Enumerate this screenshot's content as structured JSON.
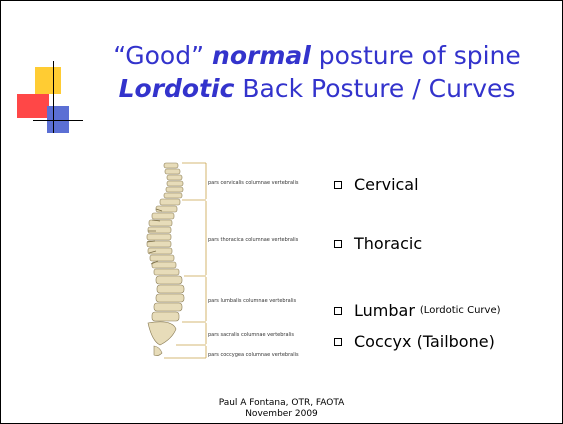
{
  "title": {
    "line1": {
      "open_quote": "“Good”",
      "emphasis": "normal",
      "rest": "posture of spine"
    },
    "line2": {
      "emphasis": "Lordotic",
      "rest": "Back Posture / Curves"
    }
  },
  "spine_labels": [
    "pars cervicalis columnae vertebralis",
    "pars thoracica columnae vertebralis",
    "pars lumbalis columnae vertebralis",
    "pars sacralis columnae vertebralis",
    "pars coccygea columnae vertebralis"
  ],
  "bullets": [
    {
      "label": "Cervical",
      "note": ""
    },
    {
      "label": "Thoracic",
      "note": ""
    },
    {
      "label": "Lumbar",
      "note": "(Lordotic Curve)"
    },
    {
      "label": "Coccyx (Tailbone)",
      "note": ""
    }
  ],
  "footer": {
    "author": "Paul A Fontana, OTR, FAOTA",
    "date": "November 2009"
  },
  "colors": {
    "title": "#3333cc",
    "accent_yellow": "#ffcc33",
    "accent_red": "#ff3333",
    "accent_blue": "#5b6fd4"
  }
}
